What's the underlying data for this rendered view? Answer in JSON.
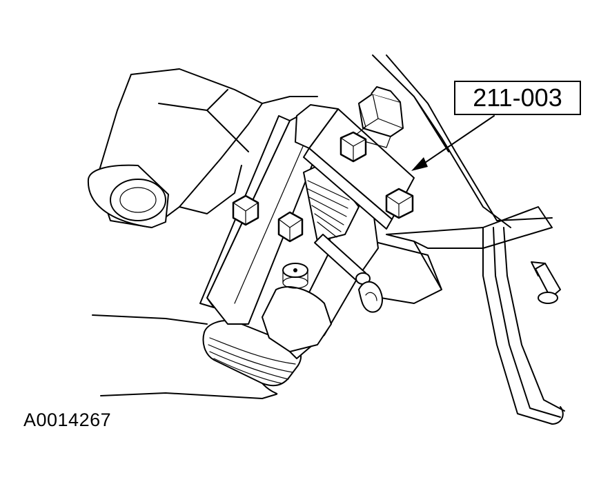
{
  "callout": {
    "tool_number": "211-003"
  },
  "figure": {
    "id": "A0014267"
  },
  "colors": {
    "line": "#000000",
    "background": "#ffffff"
  },
  "icons": [
    "pitman-arm-puller-illustration",
    "leader-arrow"
  ]
}
